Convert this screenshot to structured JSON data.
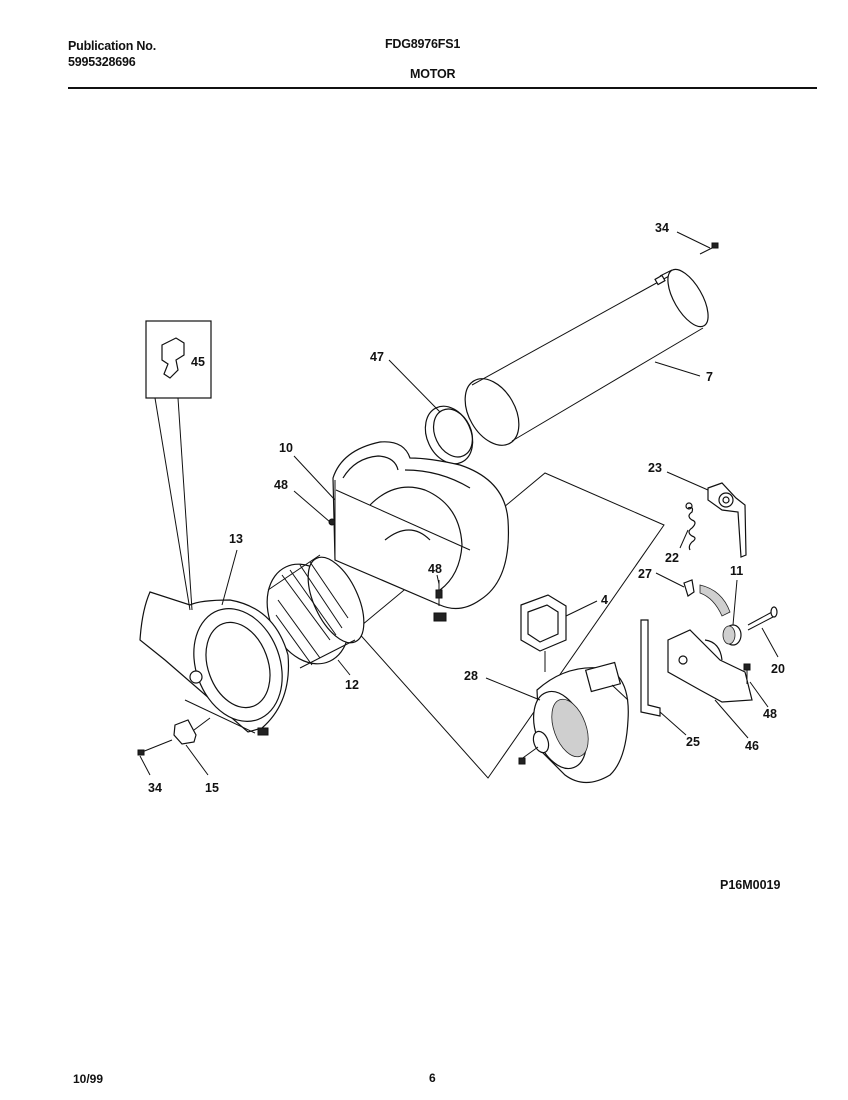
{
  "header": {
    "publication_label": "Publication No.",
    "publication_number": "5995328696",
    "model": "FDG8976FS1",
    "section": "MOTOR"
  },
  "diagram": {
    "figure_code": "P16M0019",
    "callouts": {
      "c34_top": "34",
      "c7": "7",
      "c47": "47",
      "c45": "45",
      "c10": "10",
      "c48_left": "48",
      "c23": "23",
      "c22": "22",
      "c13": "13",
      "c48_mid": "48",
      "c27": "27",
      "c11": "11",
      "c4": "4",
      "c20": "20",
      "c12": "12",
      "c28": "28",
      "c48_right": "48",
      "c25": "25",
      "c46": "46",
      "c34_bottom": "34",
      "c15": "15"
    }
  },
  "footer": {
    "date": "10/99",
    "page": "6"
  }
}
